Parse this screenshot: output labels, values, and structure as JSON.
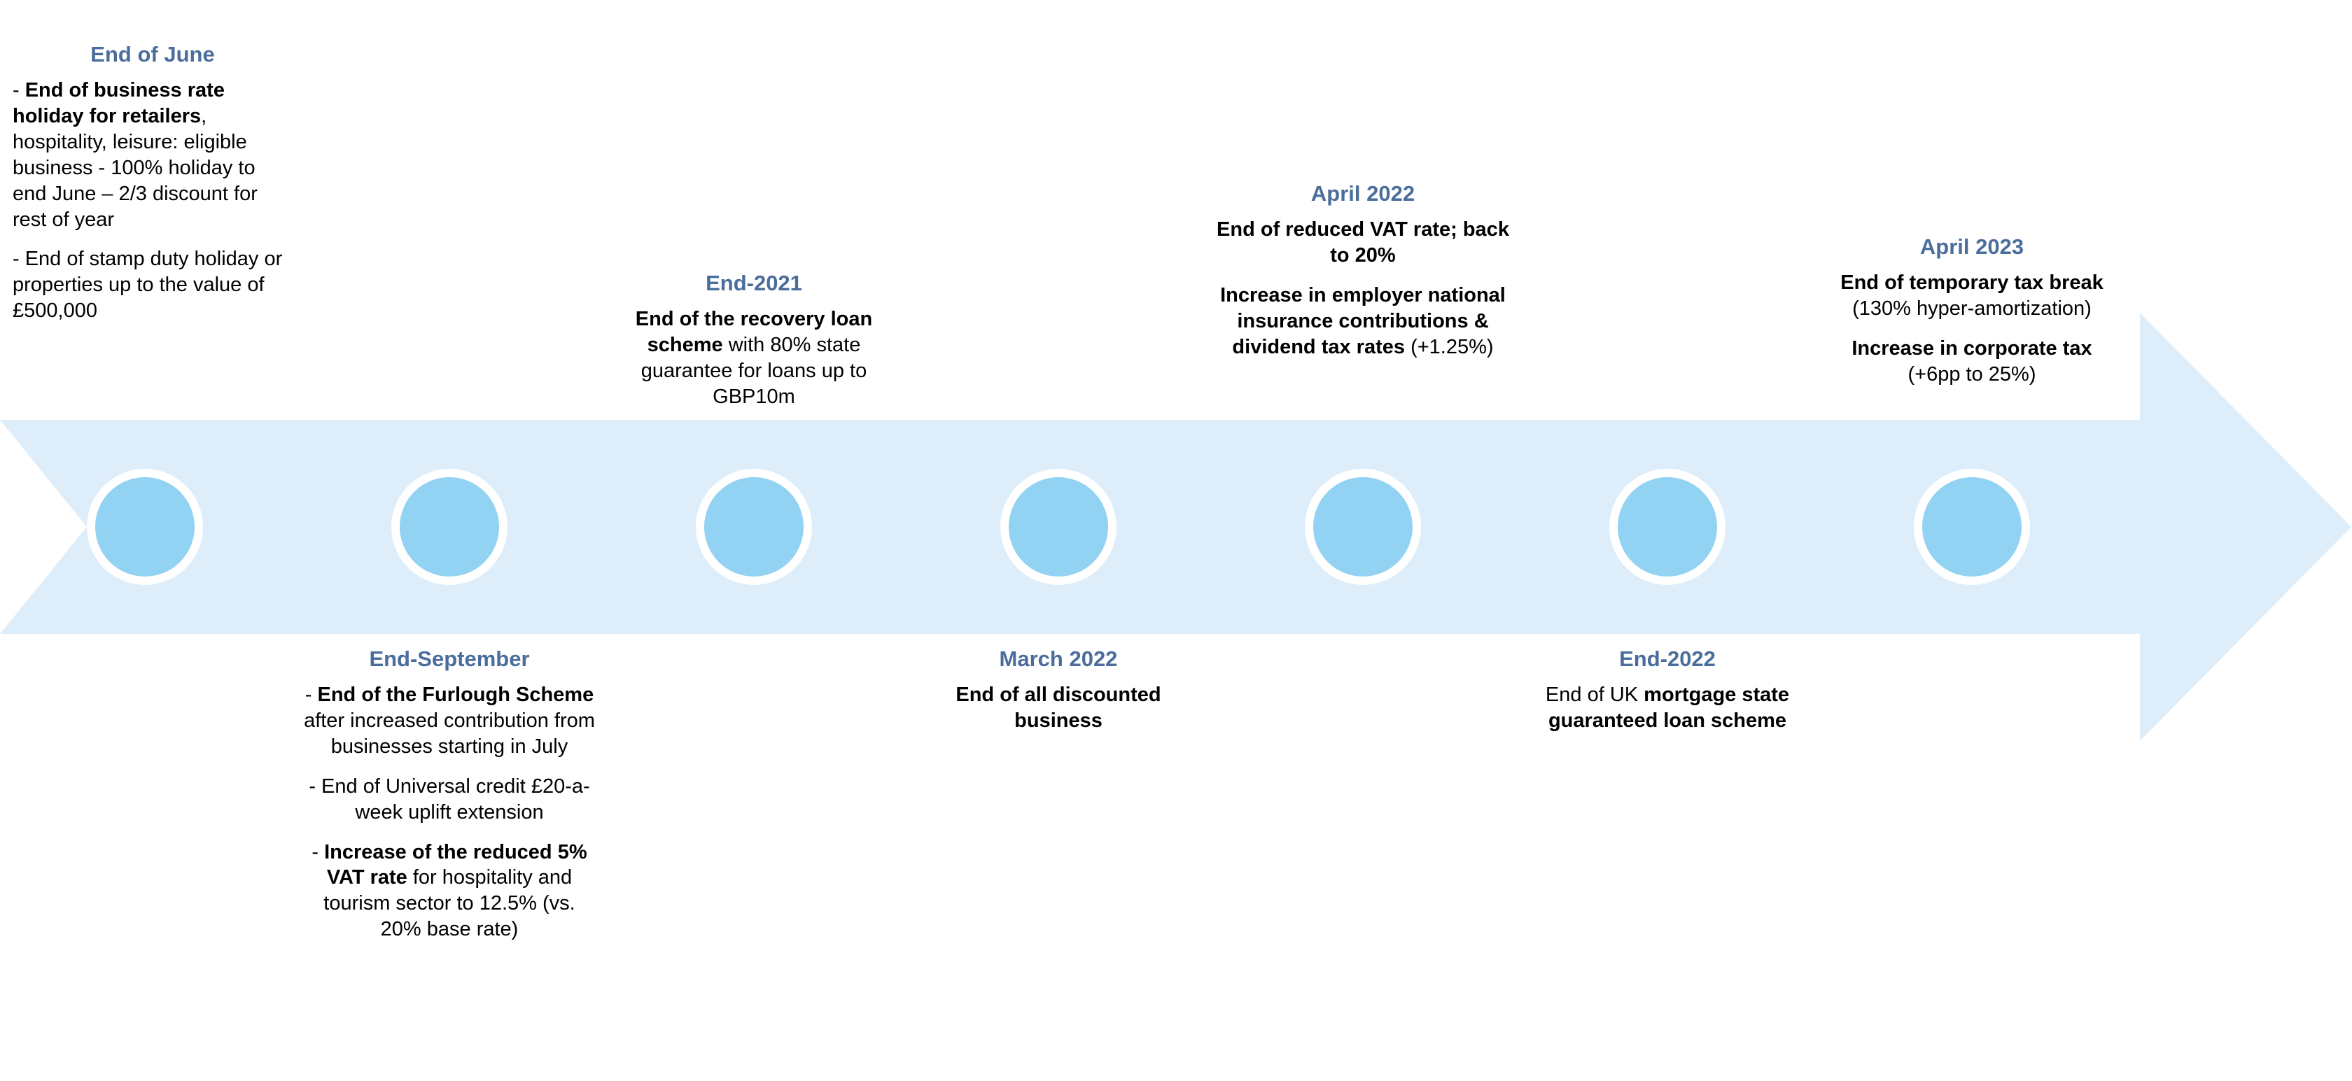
{
  "colors": {
    "arrow_band": "#ddedfa",
    "circle_fill": "#92d2f2",
    "circle_ring": "#ffffff",
    "heading_blue": "#4a6d9b",
    "body_text": "#000000"
  },
  "timeline": {
    "direction": "left-to-right",
    "milestone_dots": 7,
    "blocks": [
      {
        "heading": "End of June",
        "position": "above",
        "paras": [
          {
            "segs": [
              {
                "text": "- ",
                "bold": false
              },
              {
                "text": "End of business rate holiday for retailers",
                "bold": true
              },
              {
                "text": ", hospitality, leisure: eligible business - 100% holiday to end June – 2/3 discount for rest of year",
                "bold": false
              }
            ]
          },
          {
            "segs": [
              {
                "text": "- End of stamp duty holiday or properties up to the value of £500,000",
                "bold": false
              }
            ]
          }
        ]
      },
      {
        "heading": "End-September",
        "position": "below",
        "paras": [
          {
            "segs": [
              {
                "text": "- ",
                "bold": false
              },
              {
                "text": "End of the Furlough Scheme",
                "bold": true
              },
              {
                "text": " after increased contribution from businesses starting in July",
                "bold": false
              }
            ]
          },
          {
            "segs": [
              {
                "text": "- End of Universal credit £20-a-week uplift extension",
                "bold": false
              }
            ]
          },
          {
            "segs": [
              {
                "text": "- ",
                "bold": false
              },
              {
                "text": "Increase of the reduced 5% VAT rate",
                "bold": true
              },
              {
                "text": " for hospitality and tourism sector to 12.5% (vs. 20% base rate)",
                "bold": false
              }
            ]
          }
        ]
      },
      {
        "heading": "End-2021",
        "position": "above",
        "paras": [
          {
            "segs": [
              {
                "text": "End of the recovery loan scheme",
                "bold": true
              },
              {
                "text": " with 80% state guarantee for loans up to GBP10m",
                "bold": false
              }
            ]
          }
        ]
      },
      {
        "heading": "March 2022",
        "position": "below",
        "paras": [
          {
            "segs": [
              {
                "text": "End of all discounted business",
                "bold": true
              }
            ]
          }
        ]
      },
      {
        "heading": "April 2022",
        "position": "above",
        "paras": [
          {
            "segs": [
              {
                "text": "End of reduced VAT rate; back to 20%",
                "bold": true
              }
            ]
          },
          {
            "segs": [
              {
                "text": "Increase in employer national insurance contributions & dividend tax rates",
                "bold": true
              },
              {
                "text": " (+1.25%)",
                "bold": false
              }
            ]
          }
        ]
      },
      {
        "heading": "End-2022",
        "position": "below",
        "paras": [
          {
            "segs": [
              {
                "text": "End of UK ",
                "bold": false
              },
              {
                "text": "mortgage state guaranteed loan scheme",
                "bold": true
              }
            ]
          }
        ]
      },
      {
        "heading": "April 2023",
        "position": "above",
        "paras": [
          {
            "segs": [
              {
                "text": "End of temporary tax break",
                "bold": true
              },
              {
                "text": " (130% hyper-amortization)",
                "bold": false
              }
            ]
          },
          {
            "segs": [
              {
                "text": "Increase in corporate tax",
                "bold": true
              },
              {
                "text": " (+6pp to 25%)",
                "bold": false
              }
            ]
          }
        ]
      }
    ]
  }
}
